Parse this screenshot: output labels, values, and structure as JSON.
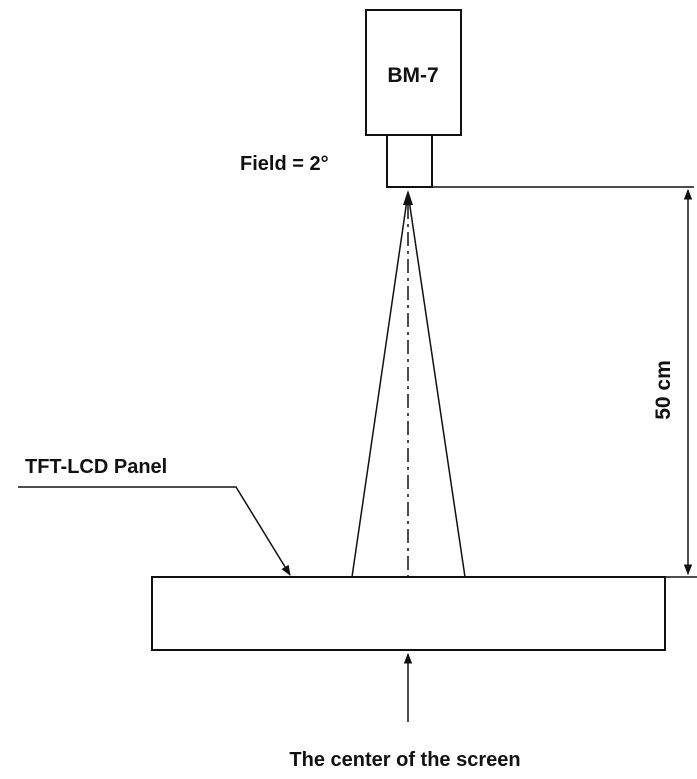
{
  "meter": {
    "label": "BM-7"
  },
  "field": {
    "label": "Field = 2°"
  },
  "distance": {
    "label": "50 cm"
  },
  "panel": {
    "label": "TFT-LCD Panel"
  },
  "center": {
    "label": "The center of the screen"
  },
  "colors": {
    "ink": "#111111",
    "background": "#ffffff"
  }
}
